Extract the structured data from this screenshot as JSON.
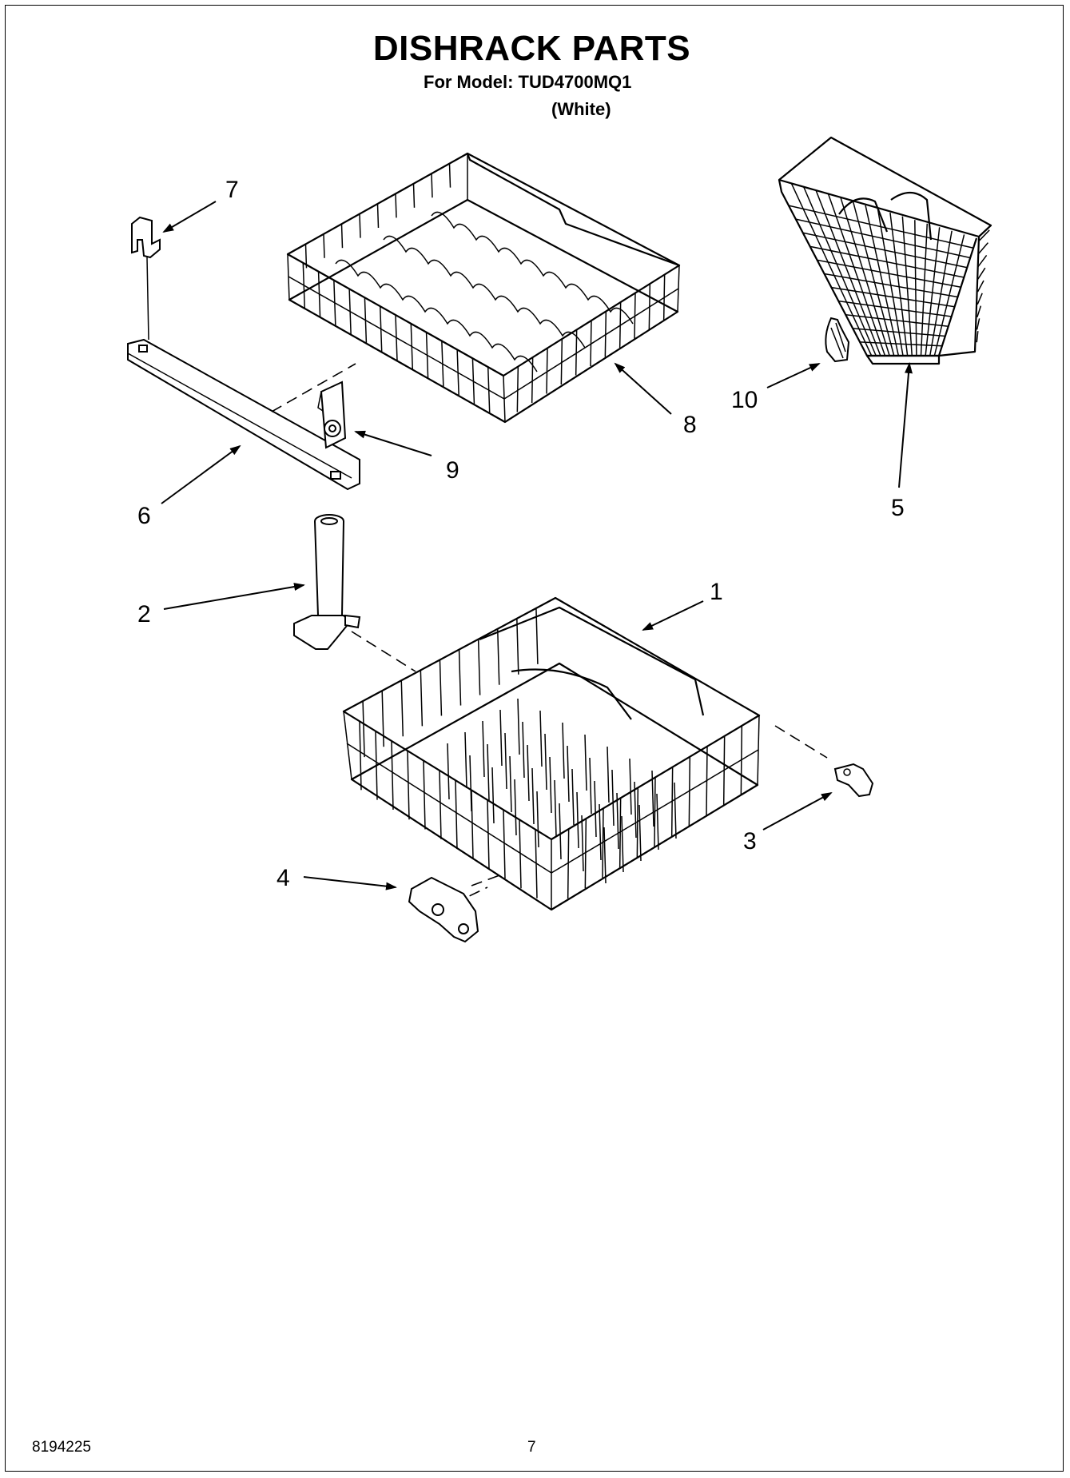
{
  "header": {
    "title": "DISHRACK PARTS",
    "model_line": "For Model: TUD4700MQ1",
    "color_note": "(White)"
  },
  "callouts": [
    {
      "number": "1",
      "part": "lower-rack"
    },
    {
      "number": "2",
      "part": "wash-tower"
    },
    {
      "number": "3",
      "part": "rear-roller"
    },
    {
      "number": "4",
      "part": "front-roller"
    },
    {
      "number": "5",
      "part": "silverware-basket"
    },
    {
      "number": "6",
      "part": "rack-track"
    },
    {
      "number": "7",
      "part": "track-stop"
    },
    {
      "number": "8",
      "part": "upper-rack"
    },
    {
      "number": "9",
      "part": "upper-roller"
    },
    {
      "number": "10",
      "part": "basket-handle"
    }
  ],
  "footer": {
    "doc_number": "8194225",
    "page_number": "7"
  }
}
